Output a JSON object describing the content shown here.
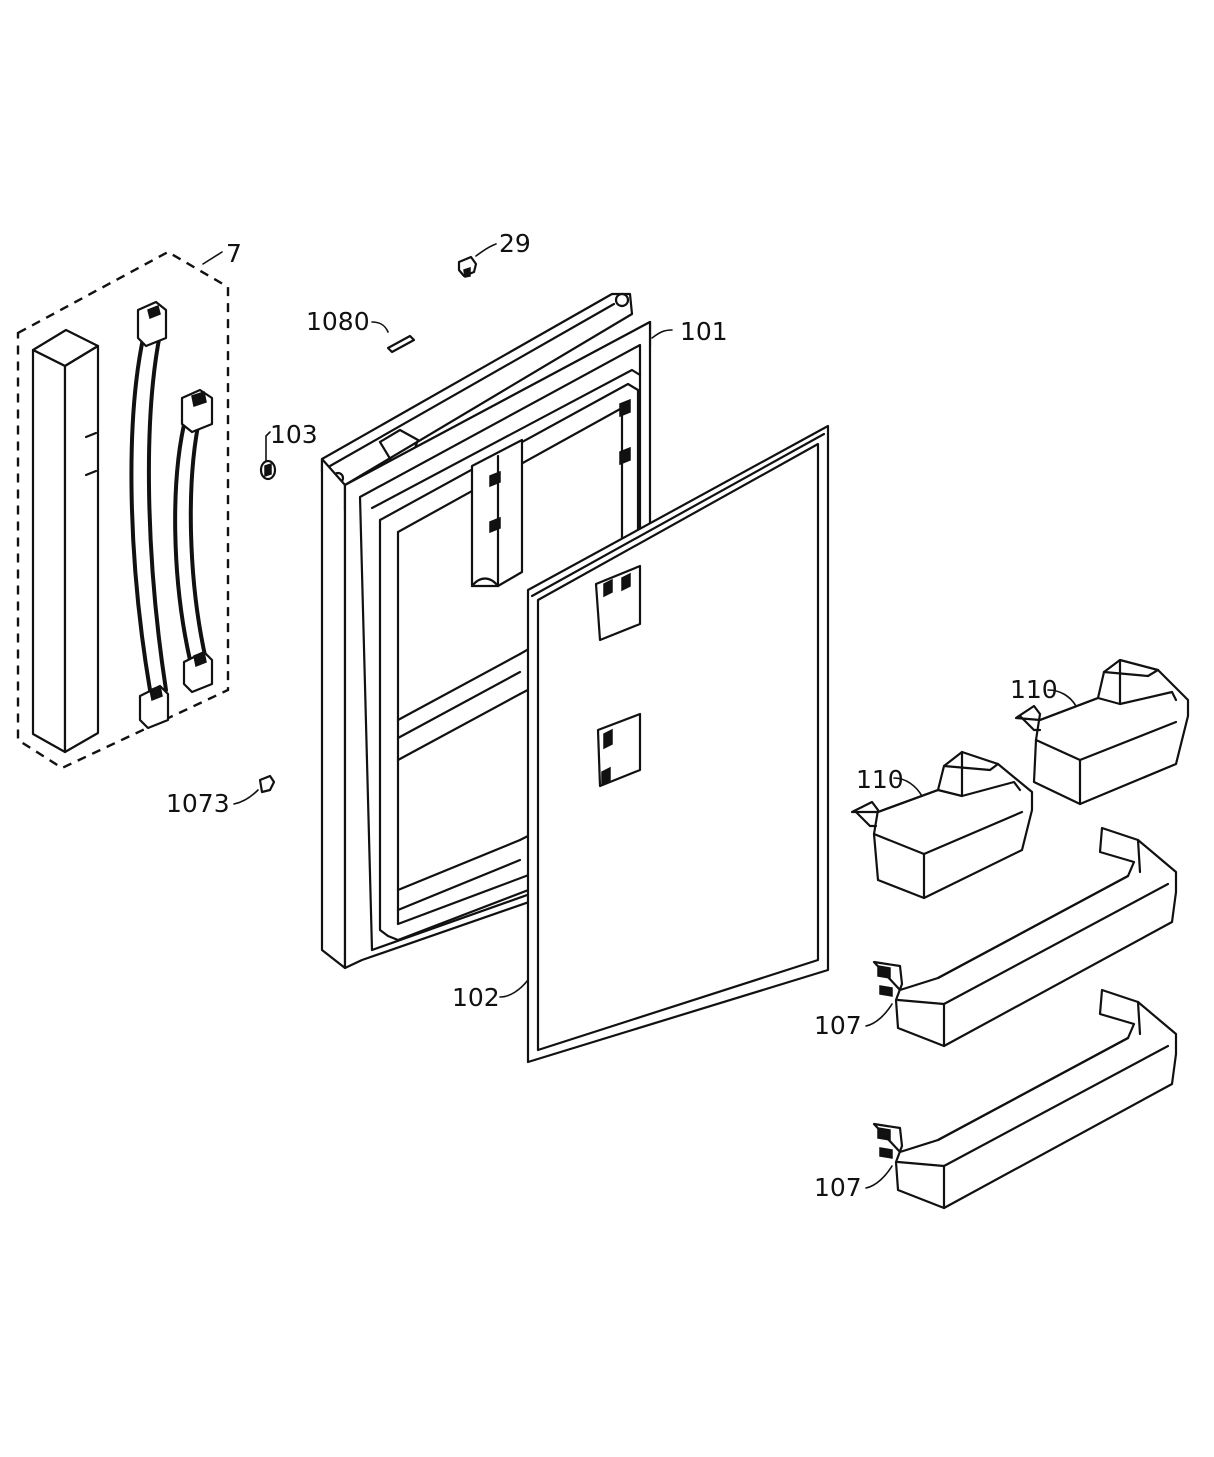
{
  "callouts": {
    "c7": "7",
    "c29": "29",
    "c1080": "1080",
    "c101": "101",
    "c103": "103",
    "c1073": "1073",
    "c102": "102",
    "c110a": "110",
    "c110b": "110",
    "c107a": "107",
    "c107b": "107"
  }
}
